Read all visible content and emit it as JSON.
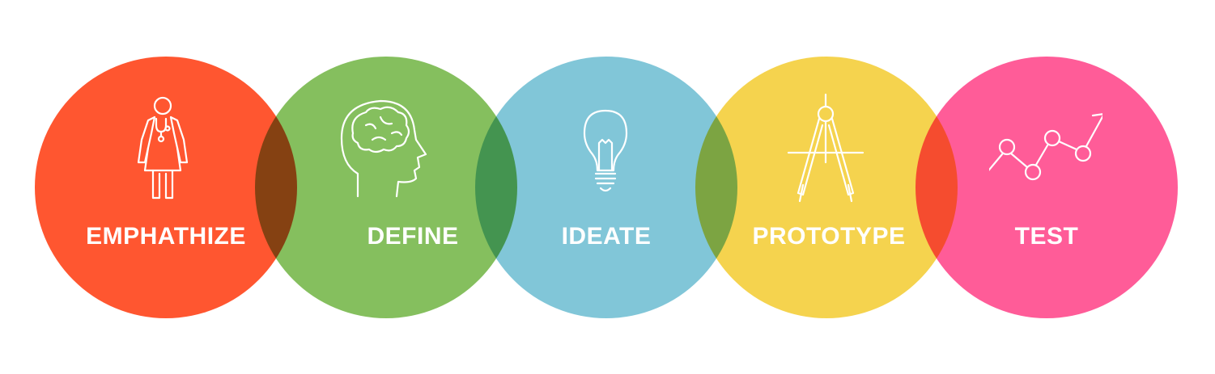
{
  "stages": [
    {
      "label": "EMPHATHIZE",
      "color": "#FF5630",
      "icon": "doctor-icon"
    },
    {
      "label": "DEFINE",
      "color": "#85BF5E",
      "icon": "head-brain-icon"
    },
    {
      "label": "IDEATE",
      "color": "#81C6D8",
      "icon": "light-bulb-icon"
    },
    {
      "label": "PROTOTYPE",
      "color": "#F5D34E",
      "icon": "drafting-compass-icon"
    },
    {
      "label": "TEST",
      "color": "#FF5C98",
      "icon": "trend-chart-icon"
    }
  ]
}
